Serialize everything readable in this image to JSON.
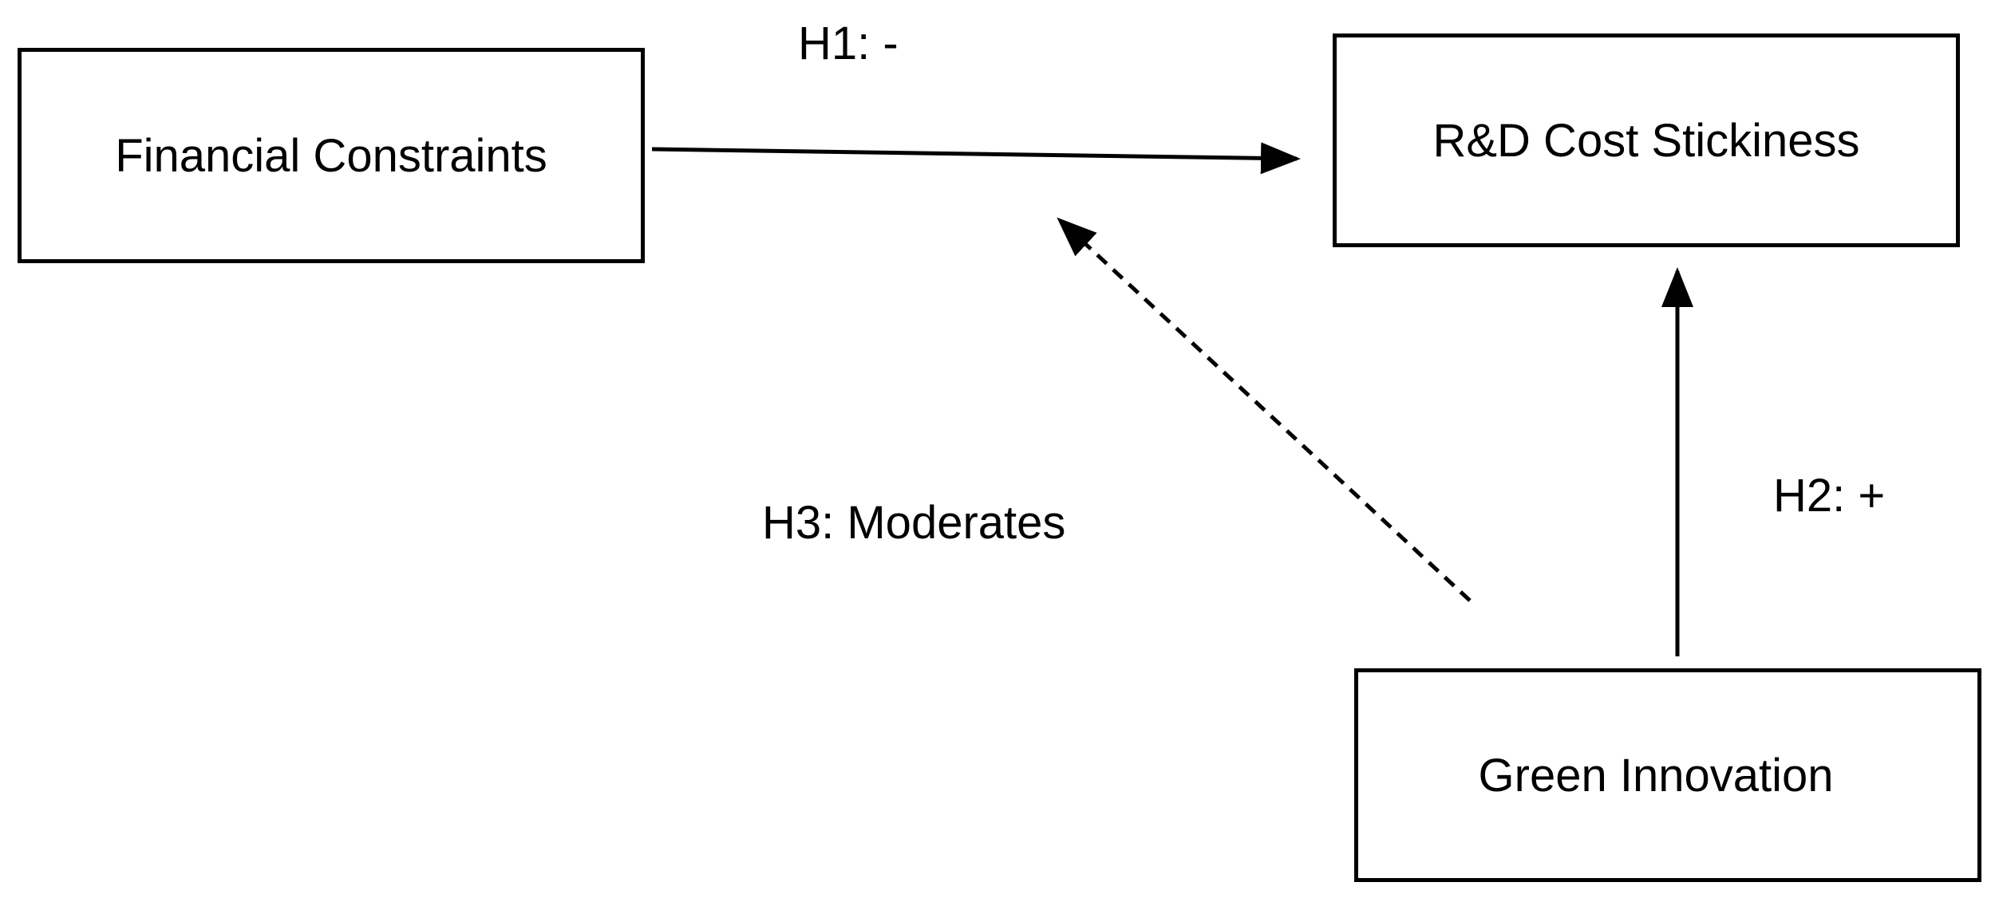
{
  "nodes": {
    "financial_constraints": "Financial Constraints",
    "rd_cost_stickiness": "R&D Cost Stickiness",
    "green_innovation": "Green Innovation"
  },
  "edges": {
    "h1": {
      "label": "H1: -",
      "from": "financial_constraints",
      "to": "rd_cost_stickiness",
      "style": "solid"
    },
    "h2": {
      "label": "H2: +",
      "from": "green_innovation",
      "to": "rd_cost_stickiness",
      "style": "solid"
    },
    "h3": {
      "label": "H3: Moderates",
      "from": "green_innovation",
      "to": "h1",
      "style": "dashed"
    }
  },
  "colors": {
    "stroke": "#000000",
    "background": "#ffffff"
  }
}
